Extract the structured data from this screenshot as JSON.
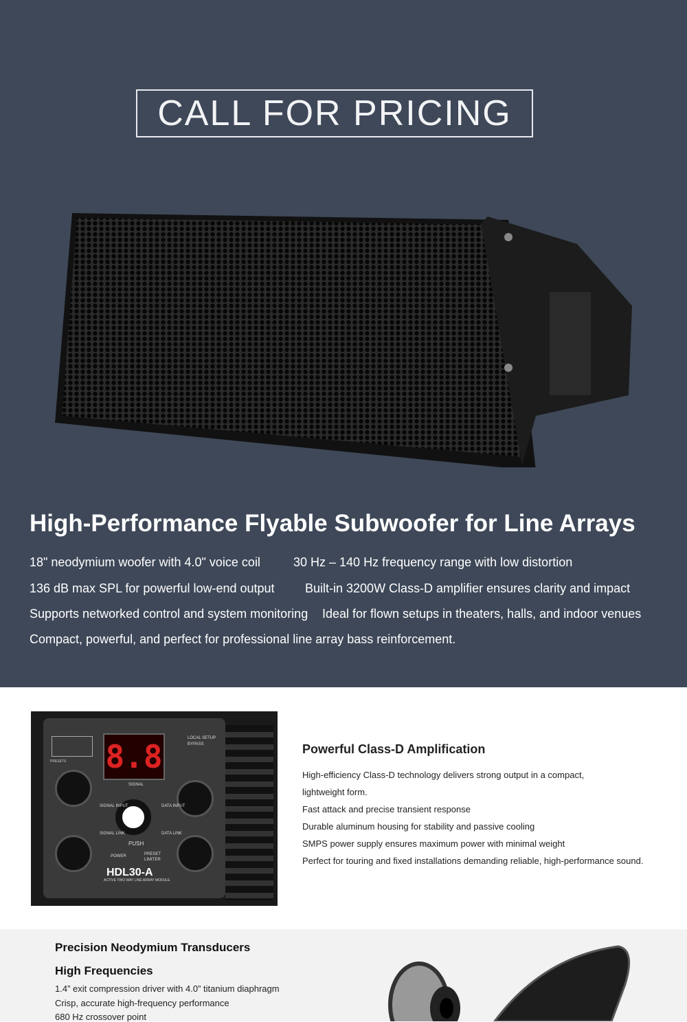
{
  "hero": {
    "cta": "CALL FOR PRICING",
    "title": "High-Performance Flyable Subwoofer for Line Arrays",
    "features": [
      [
        "18\" neodymium woofer with 4.0\" voice coil",
        "30 Hz – 140 Hz frequency range with low distortion"
      ],
      [
        "136 dB max SPL for powerful low-end output",
        "Built-in 3200W Class-D amplifier ensures clarity and impact"
      ],
      [
        "Supports networked control and system monitoring",
        "Ideal for flown setups in theaters, halls, and indoor venues"
      ]
    ],
    "summary": "Compact, powerful, and perfect for professional line array bass reinforcement."
  },
  "panel": {
    "model": "HDL30-A",
    "subtitle": "ACTIVE TWO WAY LINE ARRAY MODULE",
    "display": "8.8",
    "push": "PUSH",
    "signal": "SIGNAL",
    "signal_input": "SIGNAL INPUT",
    "signal_link": "SIGNAL LINK",
    "data_input": "DATA INPUT",
    "data_link": "DATA LINK",
    "power": "POWER",
    "preset": "PRESET",
    "limiter": "LIMITER",
    "local_setup": "LOCAL SETUP",
    "bypass": "BYPASS",
    "presets": "PRESETS"
  },
  "amp": {
    "title": "Powerful Class-D Amplification",
    "lines": [
      "High-efficiency Class-D technology delivers strong output in a compact,",
      "lightweight form.",
      "Fast attack and precise transient response",
      "Durable aluminum housing for stability and passive cooling",
      "SMPS power supply ensures maximum power with minimal weight",
      "Perfect for touring and fixed installations demanding reliable, high-performance sound."
    ]
  },
  "transducers": {
    "title": "Precision Neodymium Transducers",
    "subtitle": "High Frequencies",
    "lines": [
      "1.4” exit compression driver with 4.0” titanium diaphragm",
      "Crisp, accurate high-frequency performance",
      "680 Hz crossover point"
    ]
  }
}
